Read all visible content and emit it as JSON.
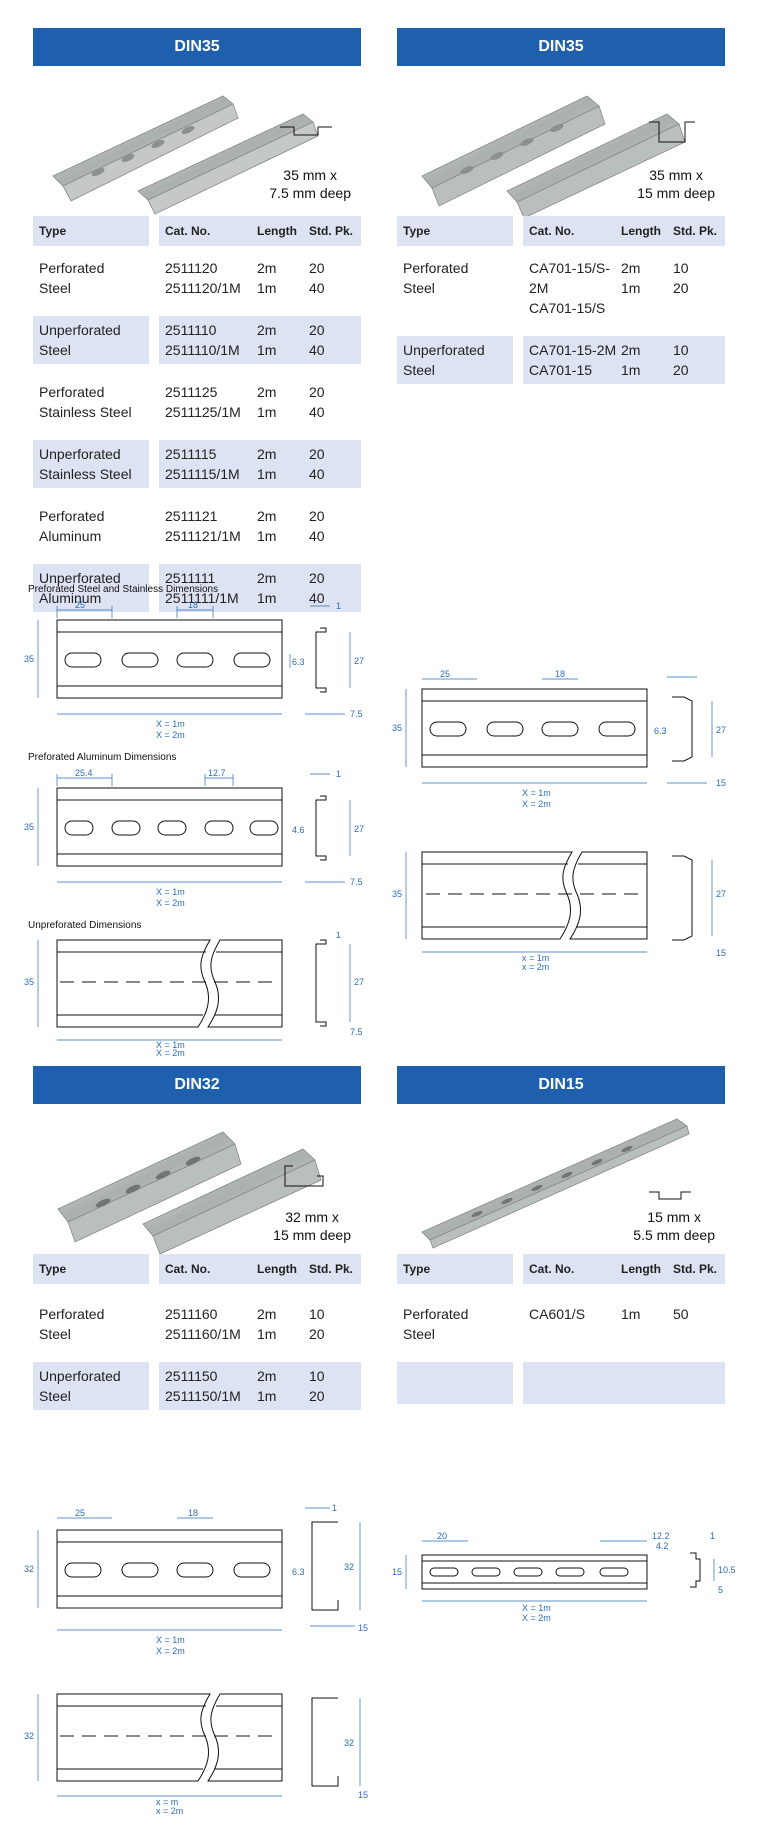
{
  "sections": {
    "din35_left": {
      "title": "DIN35",
      "size_line1": "35 mm x",
      "size_line2": "7.5 mm deep",
      "headers": [
        "Type",
        "Cat. No.",
        "Length",
        "Std. Pk."
      ],
      "rows": [
        {
          "type1": "Perforated",
          "type2": "Steel",
          "cat1": "2511120",
          "cat2": "2511120/1M",
          "len1": "2m",
          "len2": "1m",
          "pk1": "20",
          "pk2": "40"
        },
        {
          "type1": "Unperforated",
          "type2": "Steel",
          "cat1": "2511110",
          "cat2": "2511110/1M",
          "len1": "2m",
          "len2": "1m",
          "pk1": "20",
          "pk2": "40"
        },
        {
          "type1": "Perforated",
          "type2": "Stainless Steel",
          "cat1": "2511125",
          "cat2": "2511125/1M",
          "len1": "2m",
          "len2": "1m",
          "pk1": "20",
          "pk2": "40"
        },
        {
          "type1": "Unperforated",
          "type2": "Stainless Steel",
          "cat1": "2511115",
          "cat2": "2511115/1M",
          "len1": "2m",
          "len2": "1m",
          "pk1": "20",
          "pk2": "40"
        },
        {
          "type1": "Perforated",
          "type2": "Aluminum",
          "cat1": "2511121",
          "cat2": "2511121/1M",
          "len1": "2m",
          "len2": "1m",
          "pk1": "20",
          "pk2": "40"
        },
        {
          "type1": "Unperforated",
          "type2": "Aluminum",
          "cat1": "2511111",
          "cat2": "2511111/1M",
          "len1": "2m",
          "len2": "1m",
          "pk1": "20",
          "pk2": "40"
        }
      ]
    },
    "din35_right": {
      "title": "DIN35",
      "size_line1": "35 mm x",
      "size_line2": "15 mm deep",
      "headers": [
        "Type",
        "Cat. No.",
        "Length",
        "Std. Pk."
      ],
      "rows": [
        {
          "type1": "Perforated",
          "type2": "Steel",
          "cat1": "CA701-15/S-2M",
          "cat2": "CA701-15/S",
          "len1": "2m",
          "len2": "1m",
          "pk1": "10",
          "pk2": "20"
        },
        {
          "type1": "Unperforated",
          "type2": "Steel",
          "cat1": "CA701-15-2M",
          "cat2": "CA701-15",
          "len1": "2m",
          "len2": "1m",
          "pk1": "10",
          "pk2": "20"
        }
      ]
    },
    "din32": {
      "title": "DIN32",
      "size_line1": "32 mm x",
      "size_line2": "15 mm deep",
      "headers": [
        "Type",
        "Cat. No.",
        "Length",
        "Std. Pk."
      ],
      "rows": [
        {
          "type1": "Perforated",
          "type2": "Steel",
          "cat1": "2511160",
          "cat2": "2511160/1M",
          "len1": "2m",
          "len2": "1m",
          "pk1": "10",
          "pk2": "20"
        },
        {
          "type1": "Unperforated",
          "type2": "Steel",
          "cat1": "2511150",
          "cat2": "2511150/1M",
          "len1": "2m",
          "len2": "1m",
          "pk1": "10",
          "pk2": "20"
        }
      ]
    },
    "din15": {
      "title": "DIN15",
      "size_line1": "15 mm x",
      "size_line2": "5.5 mm deep",
      "headers": [
        "Type",
        "Cat. No.",
        "Length",
        "Std. Pk."
      ],
      "rows": [
        {
          "type1": "Perforated",
          "type2": "Steel",
          "cat1": "CA601/S",
          "cat2": "",
          "len1": "1m",
          "len2": "",
          "pk1": "50",
          "pk2": ""
        }
      ]
    }
  },
  "dimension_titles": {
    "perf_steel": "Preforated Steel and Stainless Dimensions",
    "perf_alu": "Preforated Aluminum Dimensions",
    "unperf": "Unpreforated  Dimensions"
  },
  "dims": {
    "d25": "25",
    "d18": "18",
    "d254": "25.4",
    "d127": "12.7",
    "d35": "35",
    "d32": "32",
    "d15": "15",
    "d63": "6.3",
    "d46": "4.6",
    "d27": "27",
    "d1": "1",
    "d75": "7.5",
    "d20": "20",
    "d122": "12.2",
    "d42": "4.2",
    "d105": "10.5",
    "d5": "5",
    "x1m": "X  =  1m",
    "x2m": "X  =  2m",
    "x1m_lower": "x  =  1m",
    "x2m_lower": "x  =  2m",
    "xm_lower": "x  =    m"
  },
  "colors": {
    "header_bg": "#1e5fae",
    "row_shade": "#dde3f2",
    "dim_blue": "#2a6db5"
  }
}
